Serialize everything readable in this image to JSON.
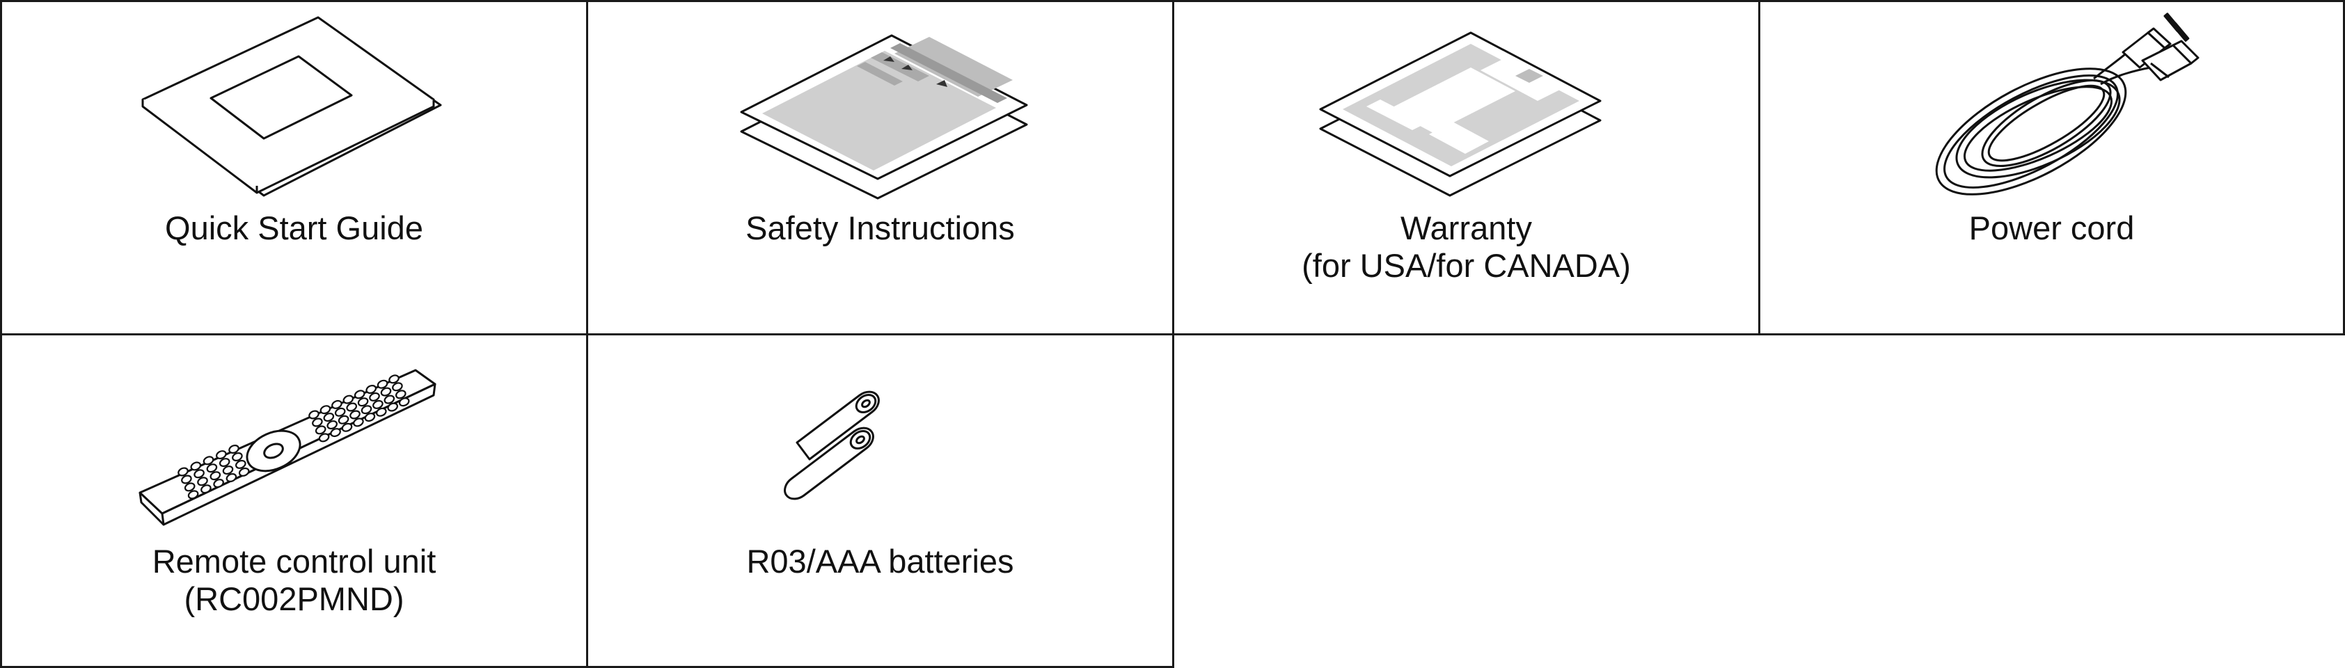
{
  "items": [
    {
      "label": "Quick Start Guide",
      "sub": ""
    },
    {
      "label": "Safety Instructions",
      "sub": ""
    },
    {
      "label": "Warranty",
      "sub": "(for USA/for CANADA)"
    },
    {
      "label": "Power cord",
      "sub": ""
    },
    {
      "label": "Remote control unit",
      "sub": "(RC002PMND)"
    },
    {
      "label": "R03/AAA batteries",
      "sub": ""
    }
  ]
}
